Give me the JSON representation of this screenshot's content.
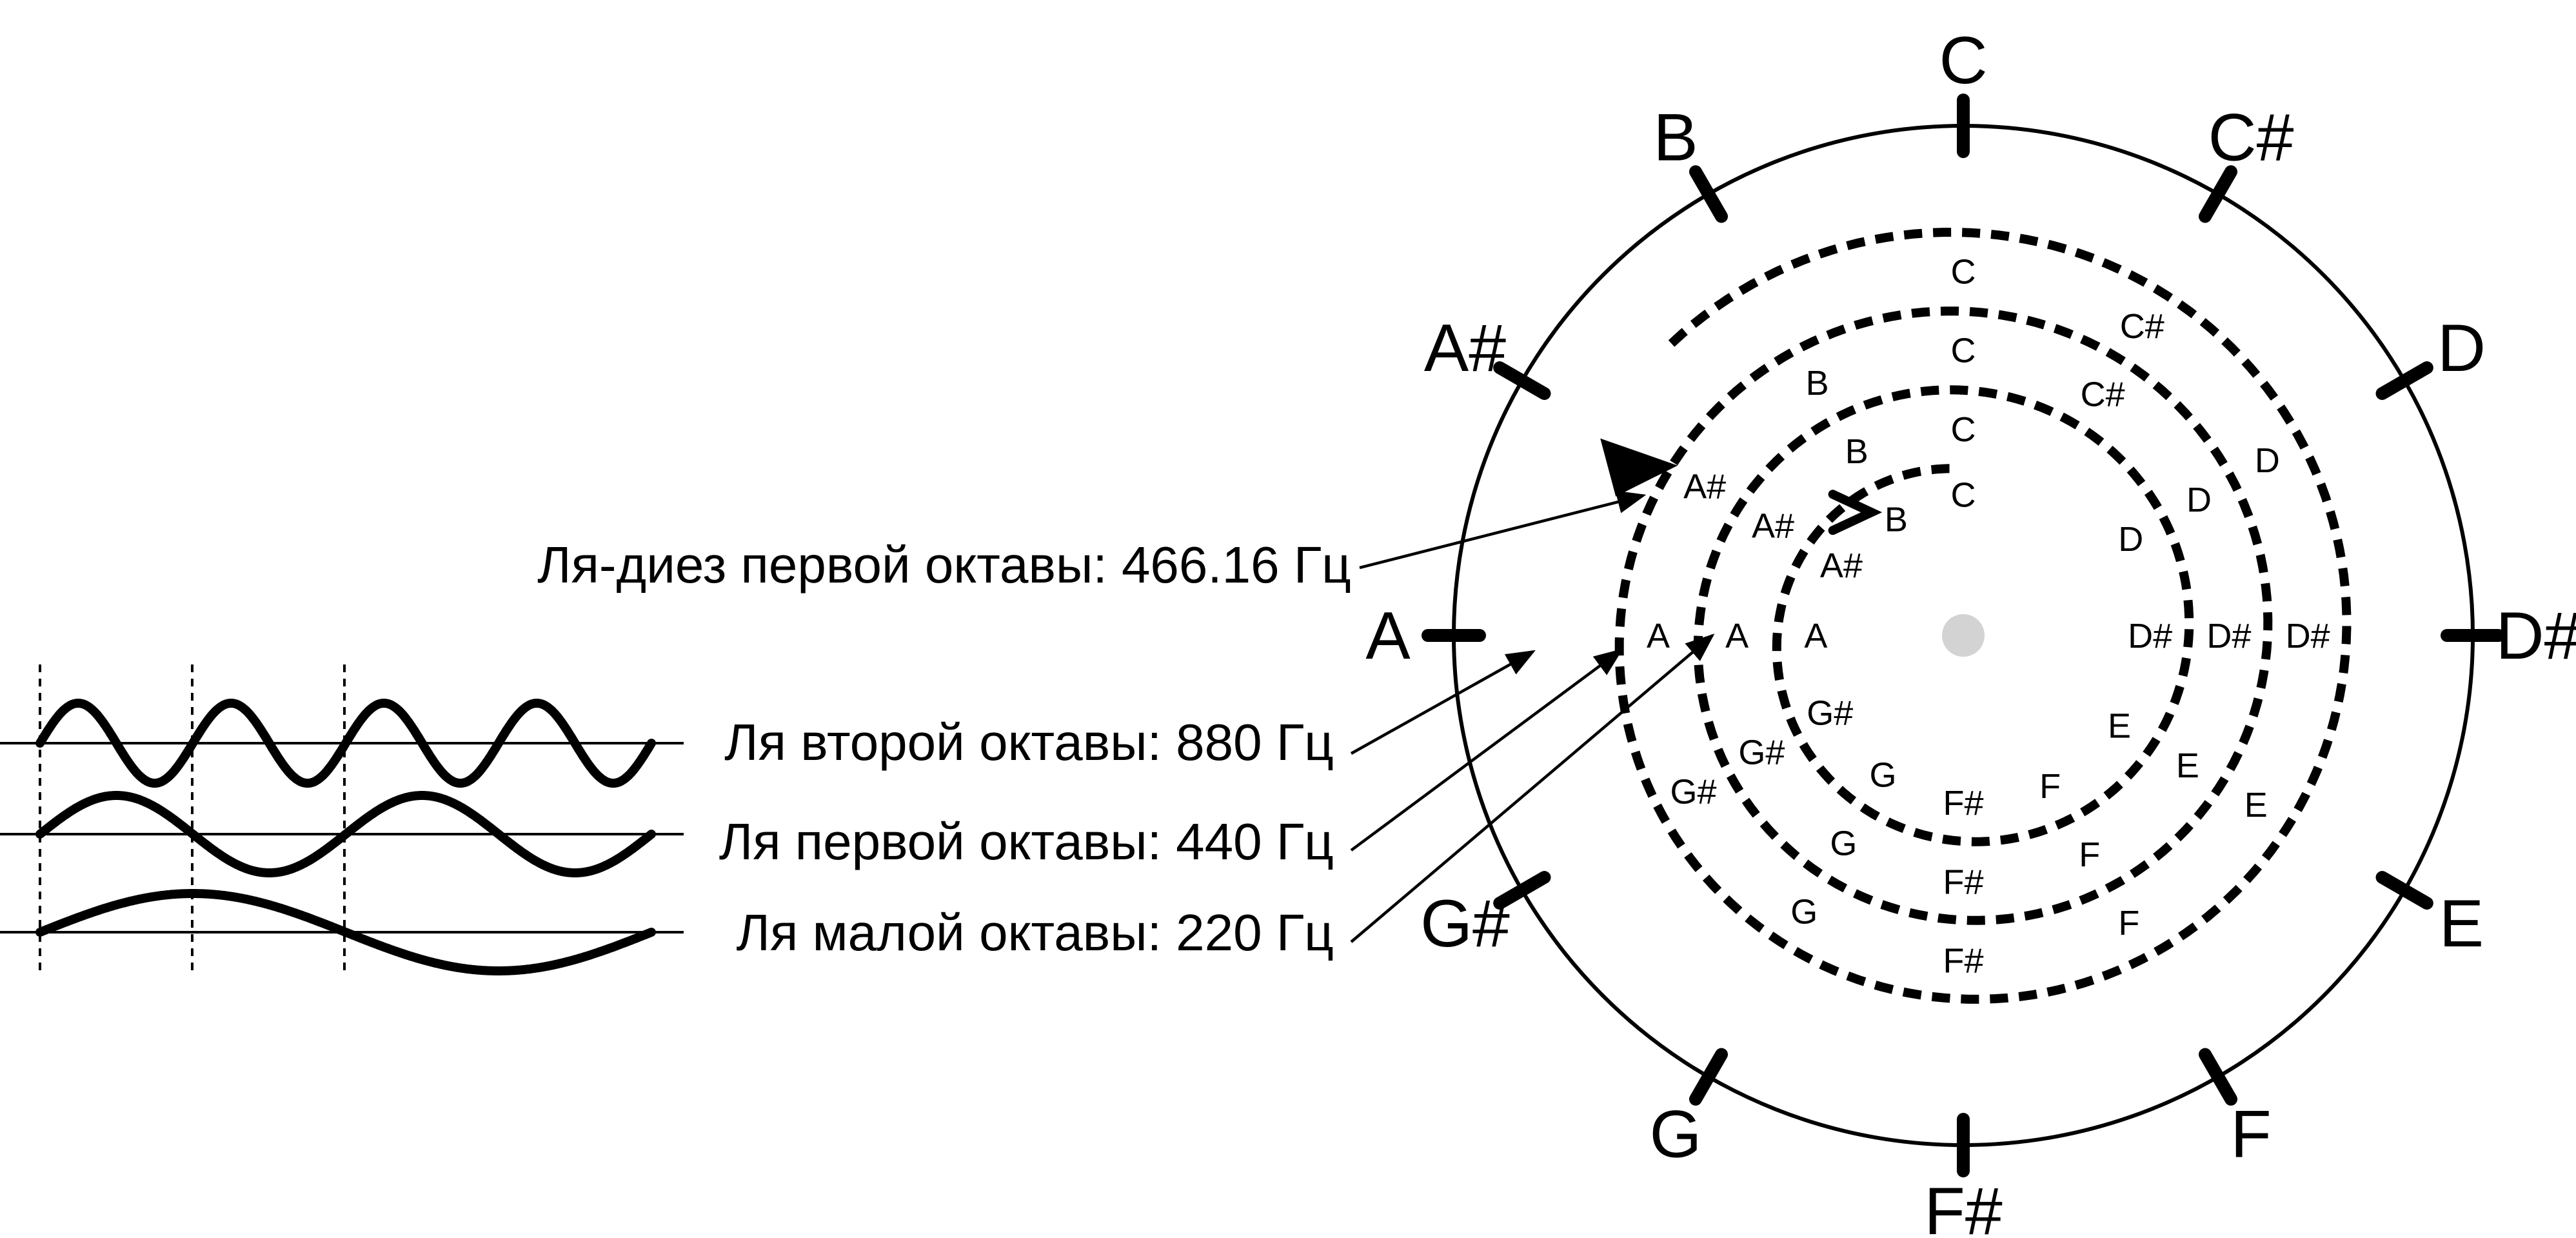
{
  "outer_notes": [
    "C",
    "C#",
    "D",
    "D#",
    "E",
    "F",
    "F#",
    "G",
    "G#",
    "A",
    "A#",
    "B"
  ],
  "spiral_rings": [
    {
      "notes": [
        {
          "note": "C",
          "step": 0
        },
        {
          "note": "C#",
          "step": 1
        },
        {
          "note": "D",
          "step": 2
        },
        {
          "note": "D#",
          "step": 3
        },
        {
          "note": "E",
          "step": 4
        },
        {
          "note": "F",
          "step": 5
        },
        {
          "note": "F#",
          "step": 6
        },
        {
          "note": "G",
          "step": 7
        },
        {
          "note": "G#",
          "step": 8
        },
        {
          "note": "A",
          "step": 9
        },
        {
          "note": "A#",
          "step": 10
        },
        {
          "note": "B",
          "step": 11
        }
      ]
    },
    {
      "notes": [
        {
          "note": "C",
          "step": 0
        },
        {
          "note": "C#",
          "step": 1
        },
        {
          "note": "D",
          "step": 2
        },
        {
          "note": "D#",
          "step": 3
        },
        {
          "note": "E",
          "step": 4
        },
        {
          "note": "F",
          "step": 5
        },
        {
          "note": "F#",
          "step": 6
        },
        {
          "note": "G",
          "step": 7
        },
        {
          "note": "G#",
          "step": 8
        },
        {
          "note": "A",
          "step": 9
        },
        {
          "note": "A#",
          "step": 10
        },
        {
          "note": "B",
          "step": 11
        }
      ]
    },
    {
      "notes": [
        {
          "note": "C",
          "step": 0
        },
        {
          "note": "D",
          "step": 2
        },
        {
          "note": "D#",
          "step": 3
        },
        {
          "note": "E",
          "step": 4
        },
        {
          "note": "F",
          "step": 5
        },
        {
          "note": "F#",
          "step": 6
        },
        {
          "note": "G",
          "step": 7
        },
        {
          "note": "G#",
          "step": 8
        },
        {
          "note": "A",
          "step": 9
        },
        {
          "note": "A#",
          "step": 10
        },
        {
          "note": "B",
          "step": 11
        }
      ]
    },
    {
      "notes": [
        {
          "note": "C",
          "step": 0
        }
      ]
    }
  ],
  "captions": {
    "a_sharp_first": "Ля-диез первой октавы: 466.16 Гц",
    "a_second": "Ля второй октавы: 880 Гц",
    "a_first": "Ля первой октавы: 440 Гц",
    "a_small": "Ля малой октавы: 220 Гц"
  },
  "waves": [
    {
      "frequency_hz": 880,
      "cycles_shown": 4
    },
    {
      "frequency_hz": 440,
      "cycles_shown": 2
    },
    {
      "frequency_hz": 220,
      "cycles_shown": 1
    }
  ]
}
